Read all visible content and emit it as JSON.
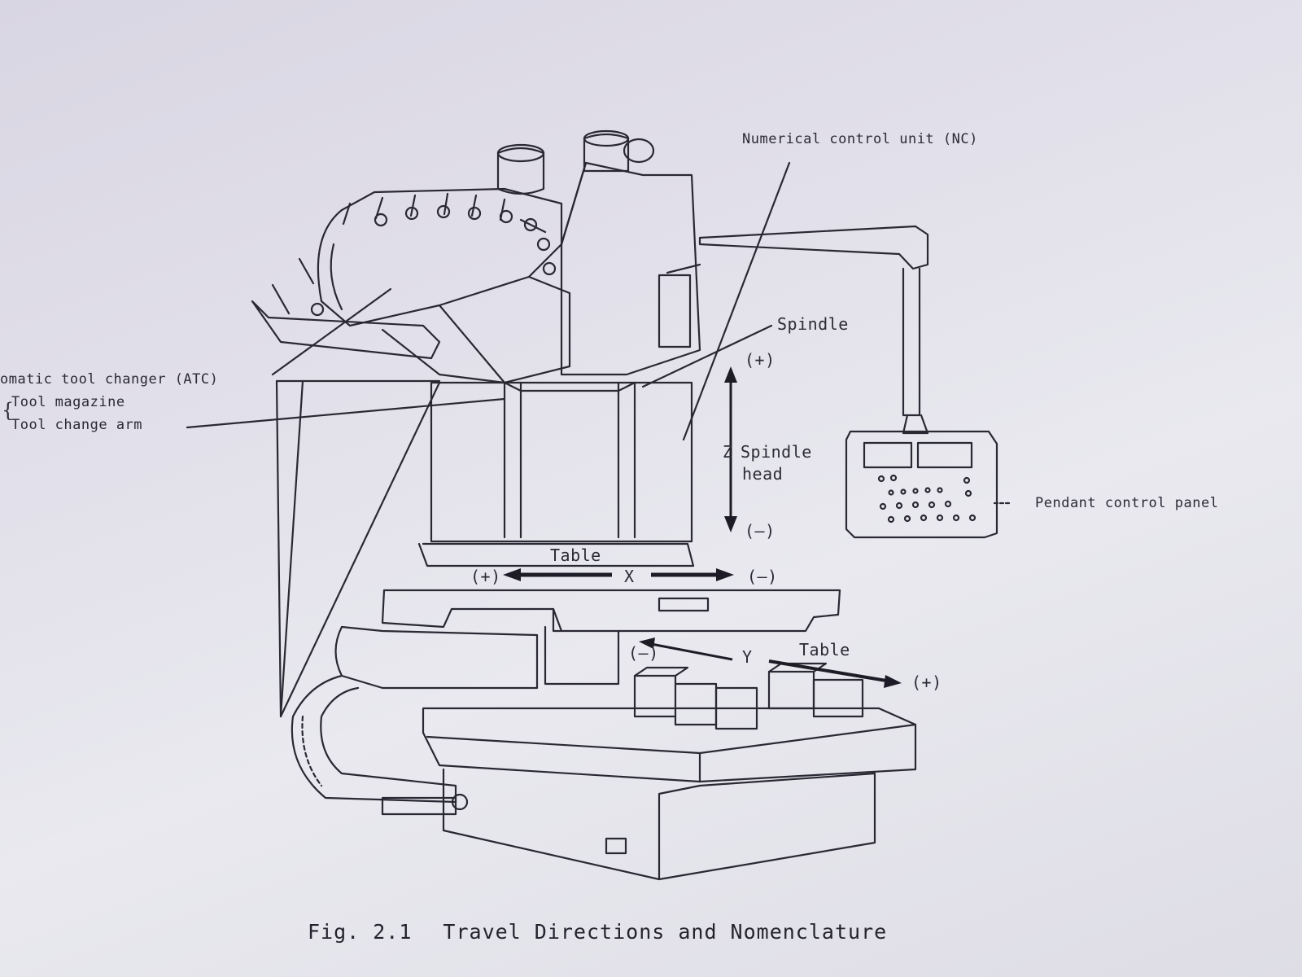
{
  "labels": {
    "nc_unit": "Numerical control unit (NC)",
    "spindle": "Spindle",
    "atc": "omatic tool changer (ATC)",
    "tool_magazine": "Tool magazine",
    "tool_change_arm": "Tool change arm",
    "z_plus": "(+)",
    "z_axis": "Z",
    "spindle_head_1": "Spindle",
    "spindle_head_2": "head",
    "z_minus": "(–)",
    "pendant": "Pendant control panel",
    "table_upper": "Table",
    "x_plus": "(+)",
    "x_axis": "X",
    "x_minus": "(–)",
    "y_minus": "(–)",
    "y_axis": "Y",
    "table_lower": "Table",
    "y_plus": "(+)"
  },
  "caption": {
    "fig": "Fig. 2.1",
    "title": "Travel Directions and Nomenclature"
  }
}
